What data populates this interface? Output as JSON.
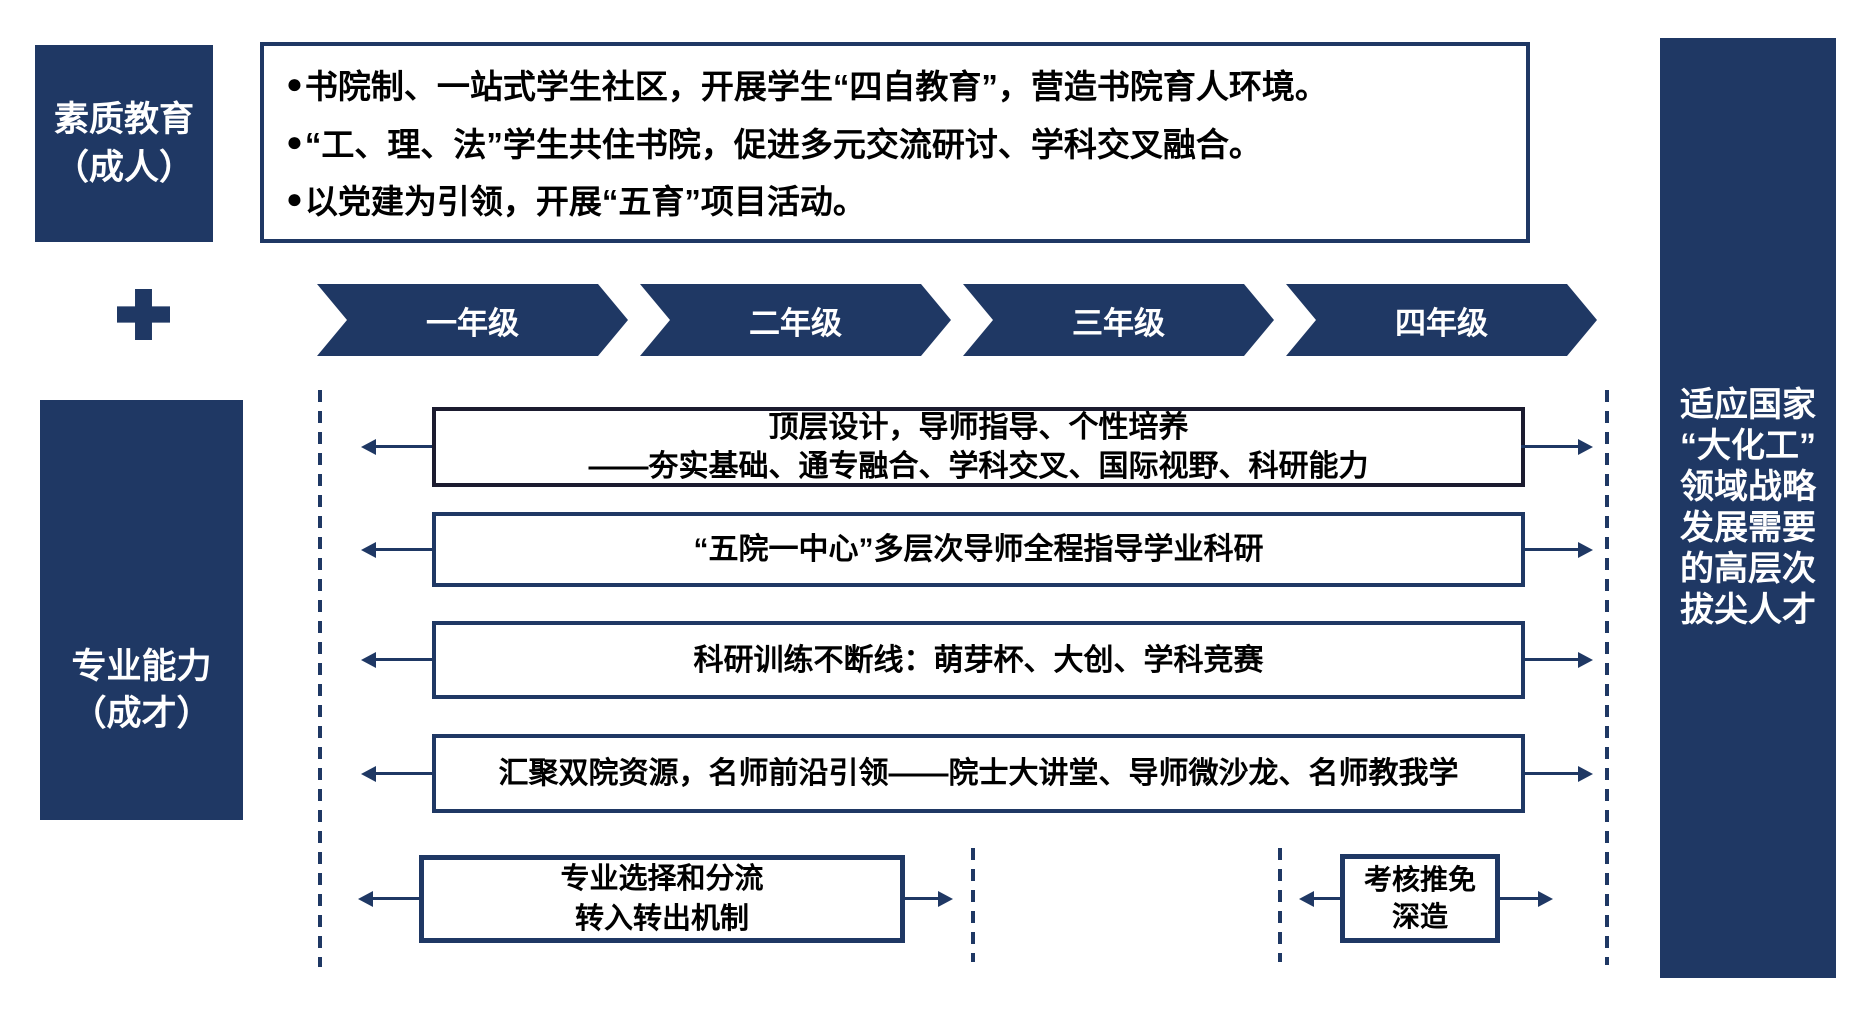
{
  "colors": {
    "navy": "#1F3864",
    "box1_border": "#1B1B2F",
    "box_bg": "#FFFFFF",
    "text_black": "#000000",
    "text_white": "#FFFFFF"
  },
  "left_column": {
    "quality_box": {
      "line1": "素质教育",
      "line2": "（成人）"
    },
    "ability_box": {
      "line1": "专业能力",
      "line2": "（成才）"
    }
  },
  "quality_points": {
    "marker": "●",
    "items": [
      "书院制、一站式学生社区，开展学生“四自教育”，营造书院育人环境。",
      "“工、理、法”学生共住书院，促进多元交流研讨、学科交叉融合。",
      "以党建为引领，开展“五育”项目活动。"
    ]
  },
  "grade_timeline": {
    "grades": [
      "一年级",
      "二年级",
      "三年级",
      "四年级"
    ]
  },
  "flow_rows": [
    {
      "lines": [
        "顶层设计，导师指导、个性培养",
        "——夯实基础、通专融合、学科交叉、国际视野、科研能力"
      ]
    },
    {
      "lines": [
        "“五院一中心”多层次导师全程指导学业科研"
      ]
    },
    {
      "lines": [
        "科研训练不断线：萌芽杯、大创、学科竞赛"
      ]
    },
    {
      "lines": [
        "汇聚双院资源，名师前沿引领——院士大讲堂、导师微沙龙、名师教我学"
      ]
    }
  ],
  "bottom_row": {
    "major_box": {
      "line1": "专业选择和分流",
      "line2": "转入转出机制"
    },
    "exam_box": {
      "line1": "考核推免",
      "line2": "深造"
    }
  },
  "right_sidebar": {
    "lines": [
      "适应国家",
      "“大化工”",
      "领域战略",
      "发展需要",
      "的高层次",
      "拔尖人才"
    ]
  }
}
